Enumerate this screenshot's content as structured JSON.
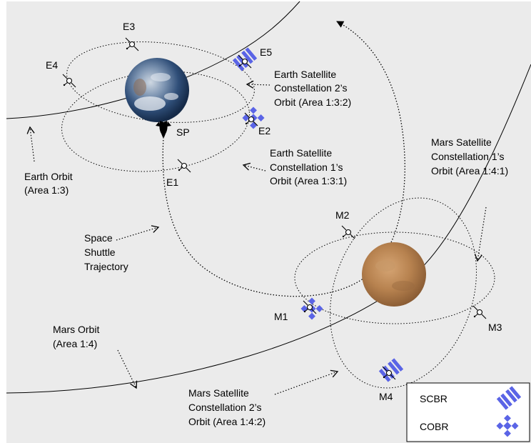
{
  "satellites": {
    "e1": "E1",
    "e2": "E2",
    "e3": "E3",
    "e4": "E4",
    "e5": "E5",
    "m1": "M1",
    "m2": "M2",
    "m3": "M3",
    "m4": "M4",
    "sp": "SP"
  },
  "annotations": {
    "earth_orbit": [
      "Earth Orbit",
      "(Area 1:3)"
    ],
    "earth_c2": [
      "Earth Satellite",
      "Constellation 2’s",
      "Orbit  (Area 1:3:2)"
    ],
    "earth_c1": [
      "Earth Satellite",
      "Constellation 1’s",
      "Orbit (Area 1:3:1)"
    ],
    "shuttle": [
      "Space",
      "Shuttle",
      "Trajectory"
    ],
    "mars_c1": [
      "Mars Satellite",
      "Constellation 1’s",
      "Orbit (Area 1:4:1)"
    ],
    "mars_orbit": [
      "Mars Orbit",
      "(Area 1:4)"
    ],
    "mars_c2": [
      "Mars Satellite",
      "Constellation 2’s",
      "Orbit (Area 1:4:2)"
    ]
  },
  "legend": {
    "scbr": "SCBR",
    "cobr": "COBR"
  },
  "colors": {
    "background": "#ebebeb",
    "satellite_blue": "#5a64e6",
    "planet_earth": "#3a5f8f",
    "planet_mars": "#b98553"
  }
}
